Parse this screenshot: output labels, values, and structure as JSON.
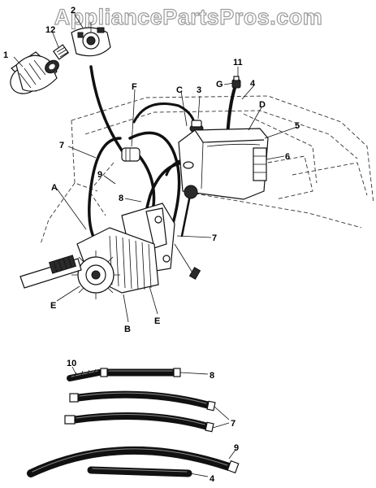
{
  "watermark": {
    "text": "AppliancePartsPros.com"
  },
  "callouts": {
    "c1": "1",
    "c2": "2",
    "c12": "12",
    "c11": "11",
    "cG": "G",
    "c4a": "4",
    "cC": "C",
    "c3": "3",
    "cD": "D",
    "cF": "F",
    "c5": "5",
    "c6": "6",
    "c7a": "7",
    "c9a": "9",
    "cA": "A",
    "c8a": "8",
    "c7b": "7",
    "cE1": "E",
    "cB": "B",
    "cE2": "E",
    "c10": "10",
    "c8b": "8",
    "c7c": "7",
    "c9b": "9",
    "c4b": "4"
  },
  "colors": {
    "line": "#111111",
    "background": "#ffffff",
    "watermark_outline": "#9a9a9a"
  }
}
